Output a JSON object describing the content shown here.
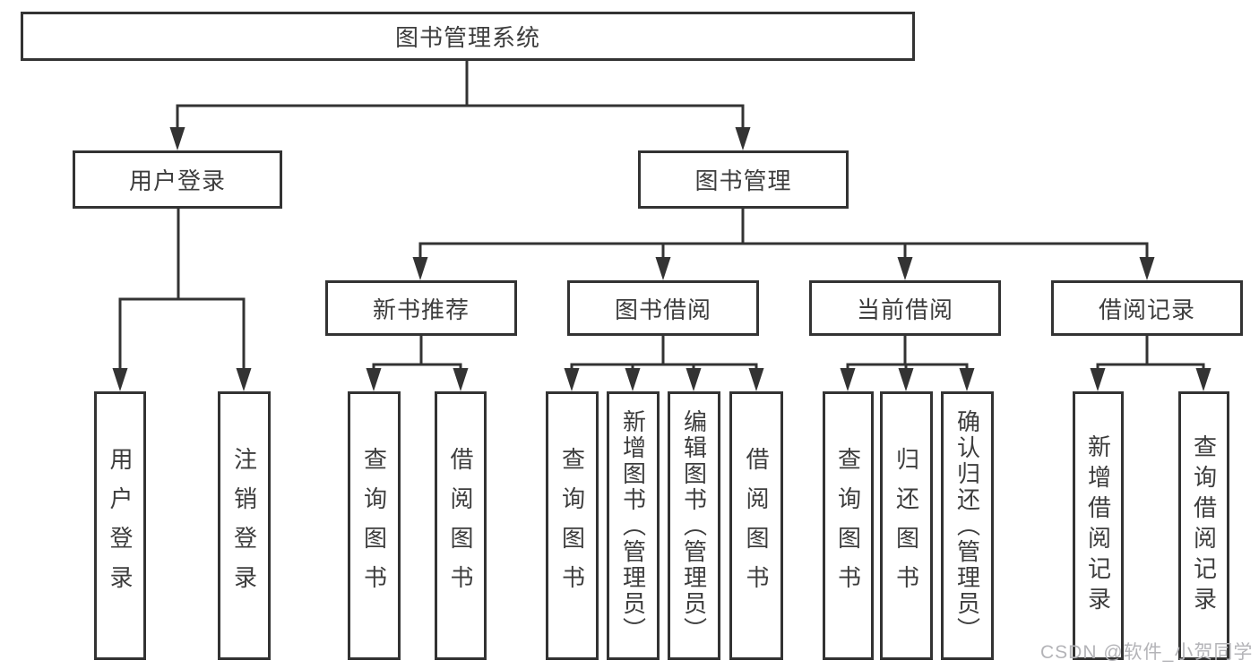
{
  "tree": {
    "root": "图书管理系统",
    "branches": [
      {
        "label": "用户登录",
        "children": [
          "用户登录",
          "注销登录"
        ]
      },
      {
        "label": "图书管理",
        "groups": [
          {
            "label": "新书推荐",
            "children": [
              "查询图书",
              "借阅图书"
            ]
          },
          {
            "label": "图书借阅",
            "children": [
              "查询图书",
              "新增图书（管理员）",
              "编辑图书（管理员）",
              "借阅图书"
            ]
          },
          {
            "label": "当前借阅",
            "children": [
              "查询图书",
              "归还图书",
              "确认归还（管理员）"
            ]
          },
          {
            "label": "借阅记录",
            "children": [
              "新增借阅记录",
              "查询借阅记录"
            ]
          }
        ]
      }
    ]
  },
  "watermark": "CSDN @软件_小贺同学",
  "colors": {
    "line": "#333333",
    "text": "#3d3d3d",
    "watermark": "#b4b4b8",
    "background": "#ffffff"
  }
}
